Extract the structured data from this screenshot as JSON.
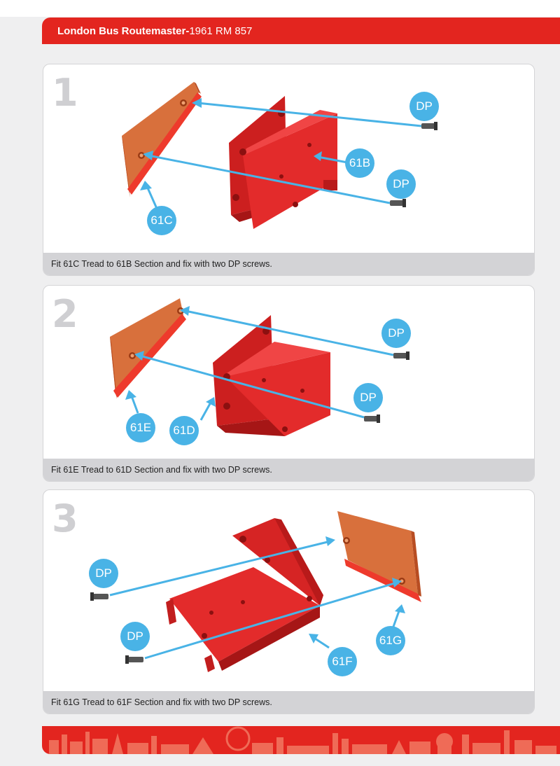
{
  "header": {
    "title_bold": "London Bus Routemaster-",
    "title_rest": "1961 RM 857"
  },
  "steps": [
    {
      "number": "1",
      "caption": "Fit 61C Tread to 61B Section and fix with two DP screws.",
      "labels": {
        "screw_top": "DP",
        "section": "61B",
        "screw_bottom": "DP",
        "tread": "61C"
      }
    },
    {
      "number": "2",
      "caption": "Fit 61E Tread to 61D Section and fix with two DP screws.",
      "labels": {
        "screw_top": "DP",
        "screw_bottom": "DP",
        "tread": "61E",
        "section": "61D"
      }
    },
    {
      "number": "3",
      "caption": "Fit 61G Tread to 61F Section and fix with two DP screws.",
      "labels": {
        "screw_top": "DP",
        "screw_bottom": "DP",
        "section": "61F",
        "tread": "61G"
      }
    }
  ],
  "colors": {
    "brand_red": "#e3251f",
    "callout_blue": "#49b3e6",
    "tread_orange": "#d8703c",
    "part_red": "#d62424"
  }
}
